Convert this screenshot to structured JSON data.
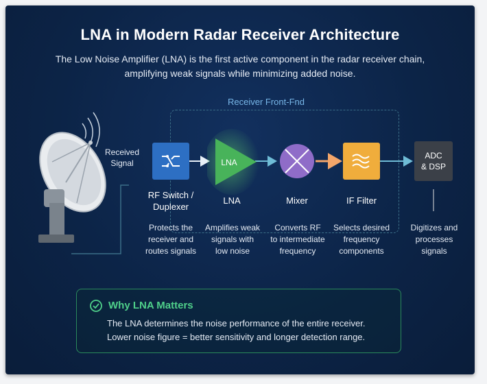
{
  "header": {
    "title": "LNA in Modern Radar Receiver Architecture",
    "subtitle": "The Low Noise Amplifier (LNA) is the first active component in the radar receiver chain, amplifying weak signals while minimizing added noise."
  },
  "frontend": {
    "label": "Receiver Front-Fnd"
  },
  "antenna": {
    "signal_label_1": "Received",
    "signal_label_2": "Signal"
  },
  "components": {
    "rf_switch": {
      "name_1": "RF Switch /",
      "name_2": "Duplexer",
      "desc_1": "Protects the",
      "desc_2": "receiver and",
      "desc_3": "routes signals",
      "color": "#2d6fc3"
    },
    "lna": {
      "symbol": "LNA",
      "name": "LNA",
      "desc_1": "Amplifies weak",
      "desc_2": "signals with",
      "desc_3": "low noise",
      "color": "#48b35a"
    },
    "mixer": {
      "name": "Mixer",
      "desc_1": "Converts RF",
      "desc_2": "to intermediate",
      "desc_3": "frequency",
      "color": "#8f6cc8"
    },
    "if_filter": {
      "name": "IF Filter",
      "desc_1": "Selects desired",
      "desc_2": "frequency",
      "desc_3": "components",
      "color": "#f0ad3c"
    },
    "adc": {
      "symbol_1": "ADC",
      "symbol_2": "& DSP",
      "desc_1": "Digitizes and",
      "desc_2": "processes",
      "desc_3": "signals",
      "color": "#3b4048"
    }
  },
  "why": {
    "title": "Why LNA Matters",
    "line_1": "The LNA determines the noise performance of the entire receiver.",
    "line_2": "Lower noise figure = better sensitivity and longer detection range."
  },
  "icons": {
    "antenna": "satellite-dish-icon",
    "rf_switch": "switch-icon",
    "mixer": "mixer-cross-icon",
    "if_filter": "filter-wave-icon",
    "why": "check-circle-icon"
  }
}
